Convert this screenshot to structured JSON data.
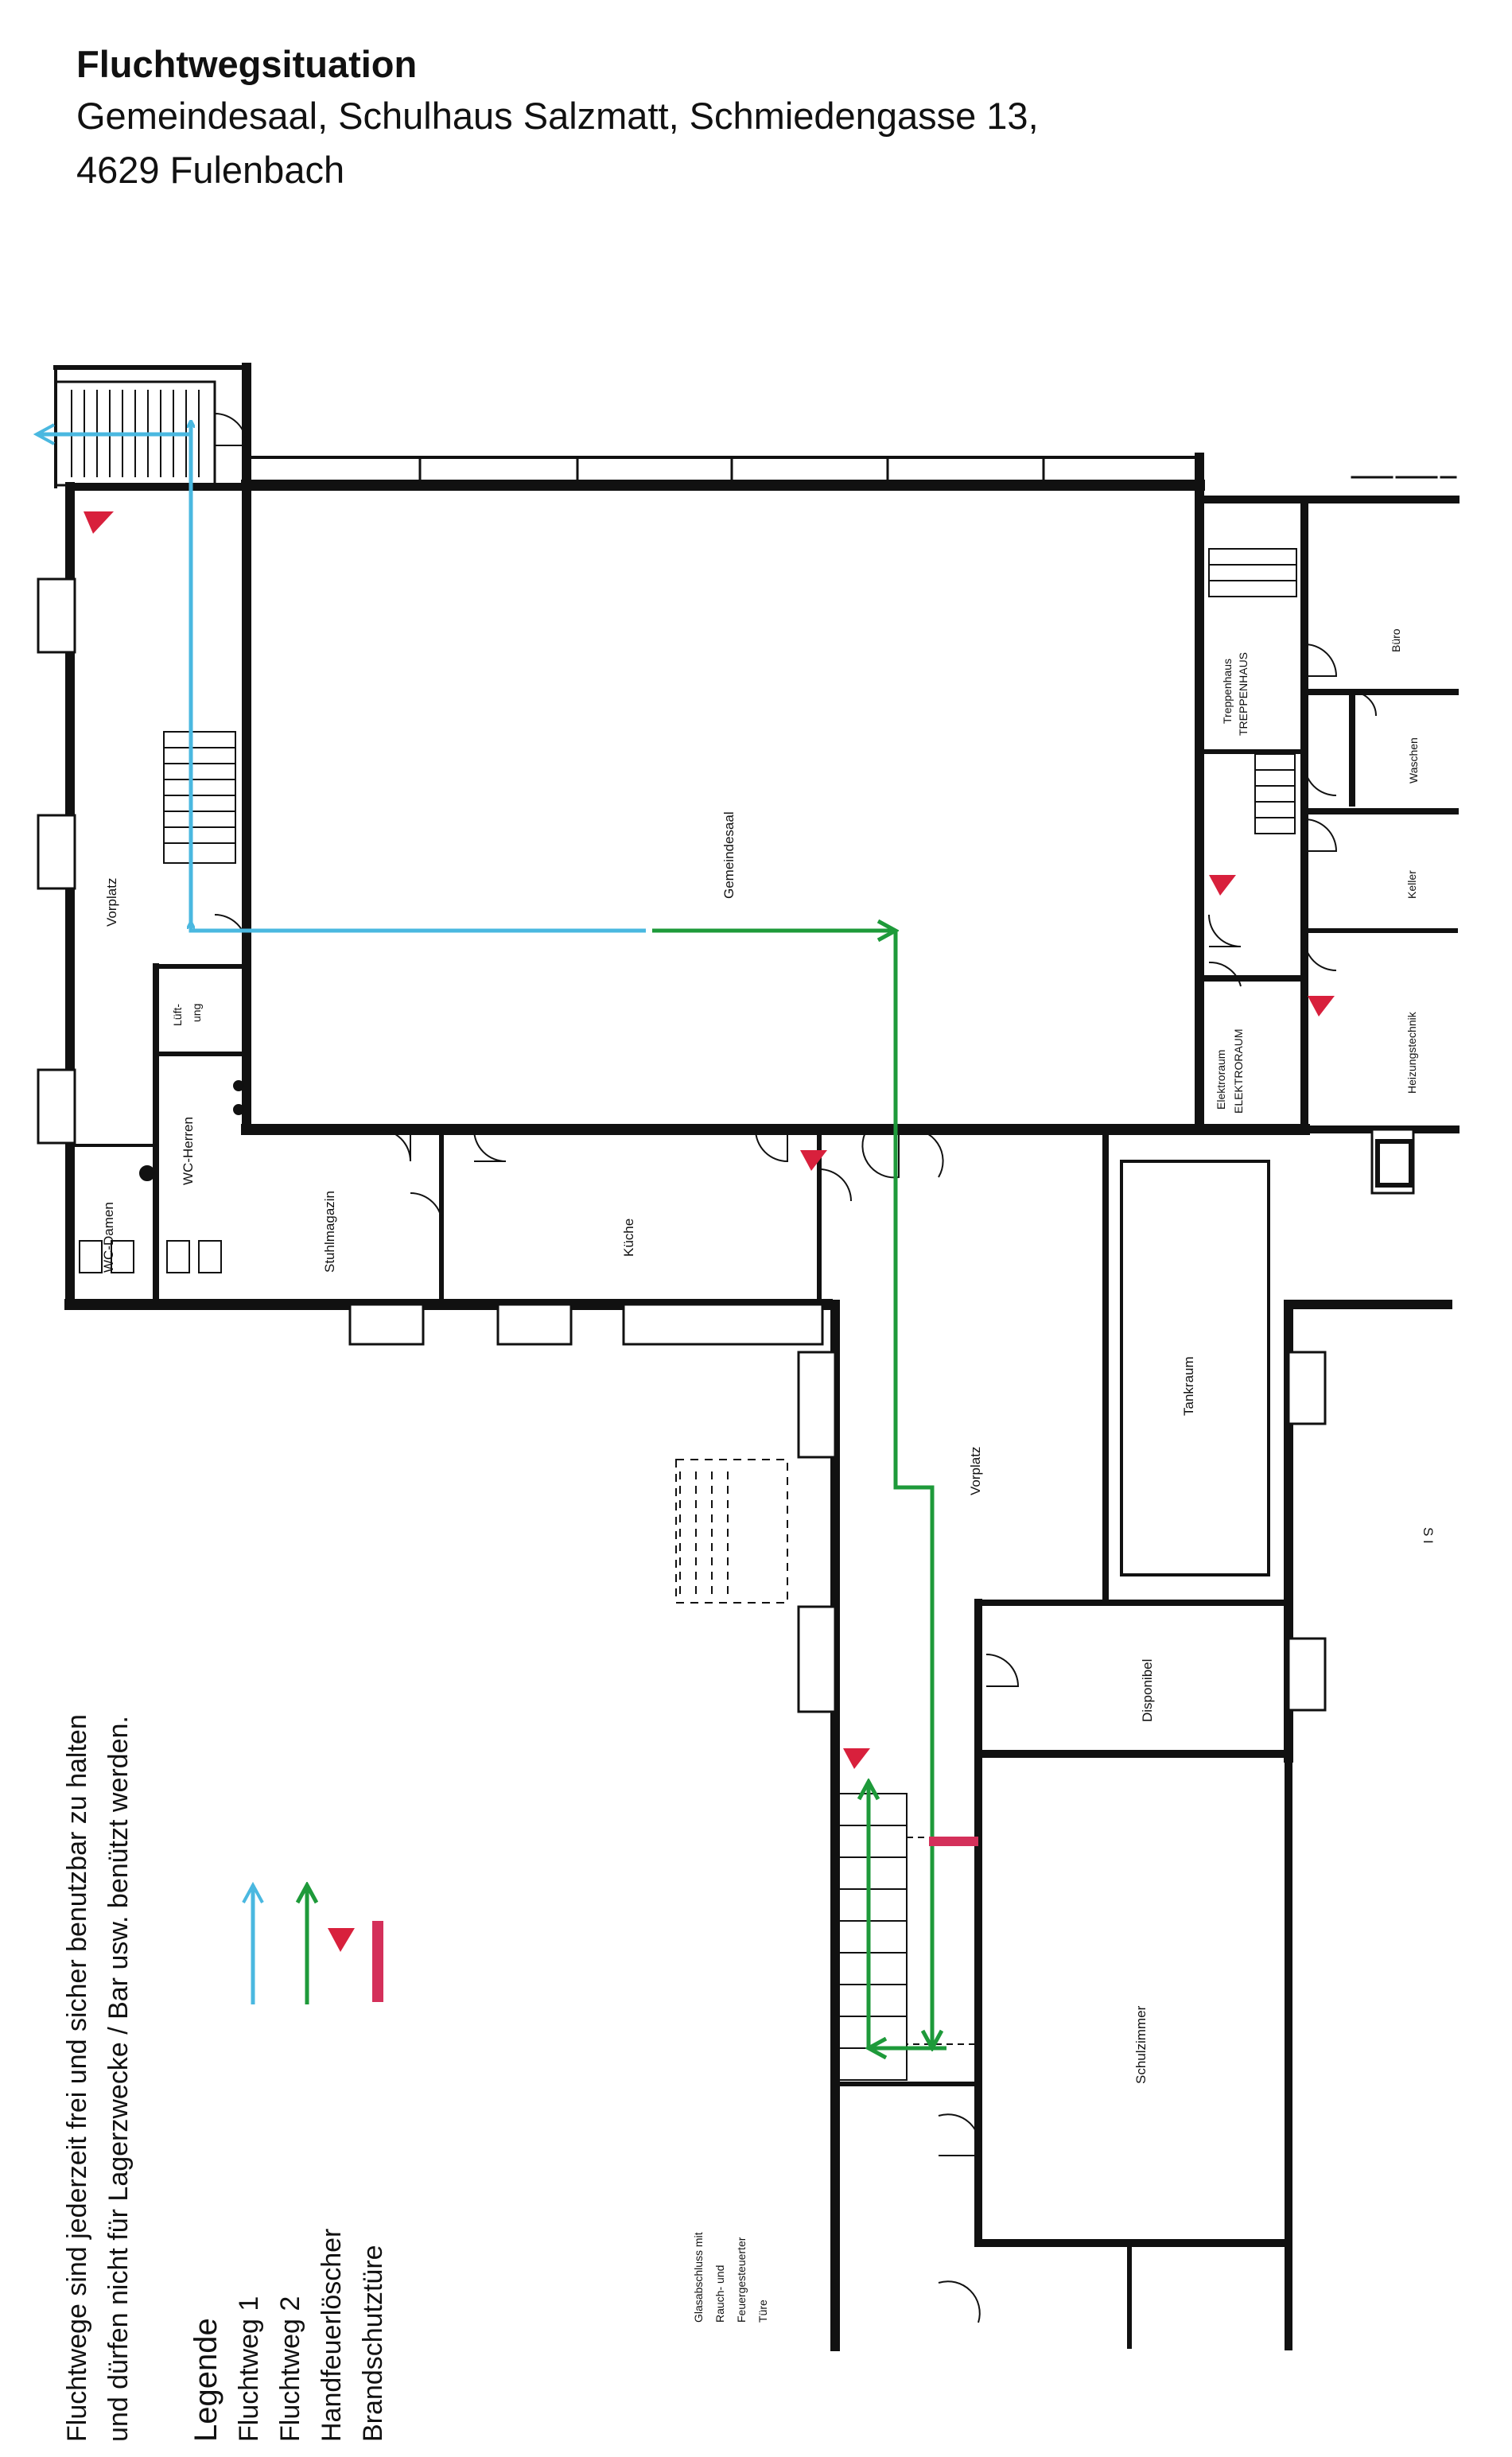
{
  "header": {
    "title": "Fluchtwegsituation",
    "line1": "Gemeindesaal, Schulhaus Salzmatt, Schmiedengasse 13,",
    "line2": "4629 Fulenbach"
  },
  "rooms": {
    "gemeindesaal": "Gemeindesaal",
    "vorplatz_top": "Vorplatz",
    "lueftung_1": "Lüft-",
    "lueftung_2": "ung",
    "wc_herren": "WC-Herren",
    "wc_damen": "WC-Damen",
    "stuhlmagazin": "Stuhlmagazin",
    "kueche": "Küche",
    "vorplatz_mid": "Vorplatz",
    "tankraum": "Tankraum",
    "disponibel": "Disponibel",
    "schulzimmer": "Schulzimmer",
    "treppenhaus": "Treppenhaus",
    "treppenhaus_stamp": "TREPPENHAUS",
    "elektroraum": "Elektroraum",
    "elektroraum_stamp": "ELEKTRORAUM",
    "buero": "Büro",
    "waschen": "Waschen",
    "keller": "Keller",
    "heizungstechnik": "Heizungstechnik",
    "stray_mark": "S I"
  },
  "glass_note": {
    "line1": "Glasabschluss mit",
    "line2": "Rauch- und",
    "line3": "Feuergesteuerter",
    "line4": "Türe"
  },
  "notes": {
    "line1": "Fluchtwege sind jederzeit frei und sicher benutzbar zu halten",
    "line2": "und dürfen nicht für Lagerzwecke / Bar usw. benützt werden."
  },
  "legend": {
    "title": "Legende",
    "items": [
      "Fluchtweg 1",
      "Fluchtweg 2",
      "Handfeuerlöscher",
      "Brandschutztüre"
    ]
  },
  "colors": {
    "fluchtweg_1": "#4ab8e0",
    "fluchtweg_2": "#1e9a3a",
    "handfeuerloescher": "#d8203c",
    "brandschutztuere": "#d4305a",
    "wall": "#111111"
  }
}
